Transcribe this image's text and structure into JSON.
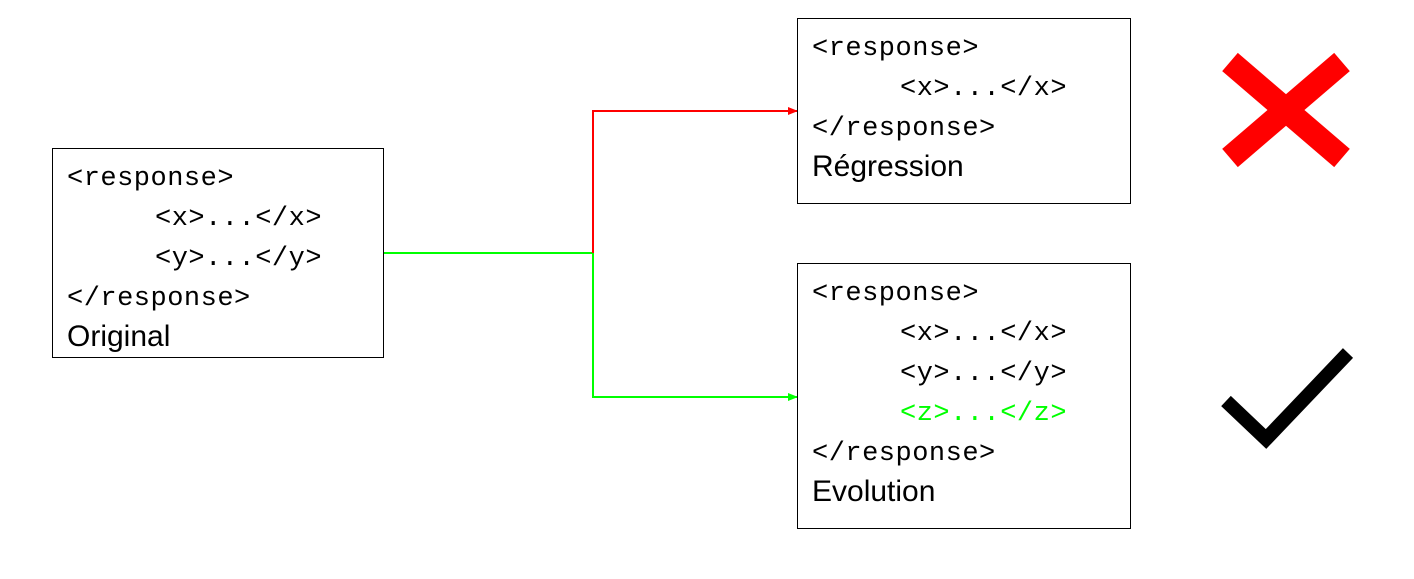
{
  "original": {
    "lines": [
      "<response>",
      "<x>...</x>",
      "<y>...</y>",
      "</response>"
    ],
    "caption": "Original"
  },
  "regression": {
    "lines": [
      "<response>",
      "<x>...</x>",
      "</response>"
    ],
    "caption": "Régression"
  },
  "evolution": {
    "lines": [
      "<response>",
      "<x>...</x>",
      "<y>...</y>",
      "<z>...</z>",
      "</response>"
    ],
    "caption": "Evolution"
  },
  "colors": {
    "regression_arrow": "#ff0000",
    "evolution_arrow": "#00ff00",
    "added_element": "#00ff00",
    "cross": "#ff0000",
    "check": "#000000"
  },
  "icons": {
    "regression_mark": "cross-icon",
    "evolution_mark": "checkmark-icon"
  }
}
